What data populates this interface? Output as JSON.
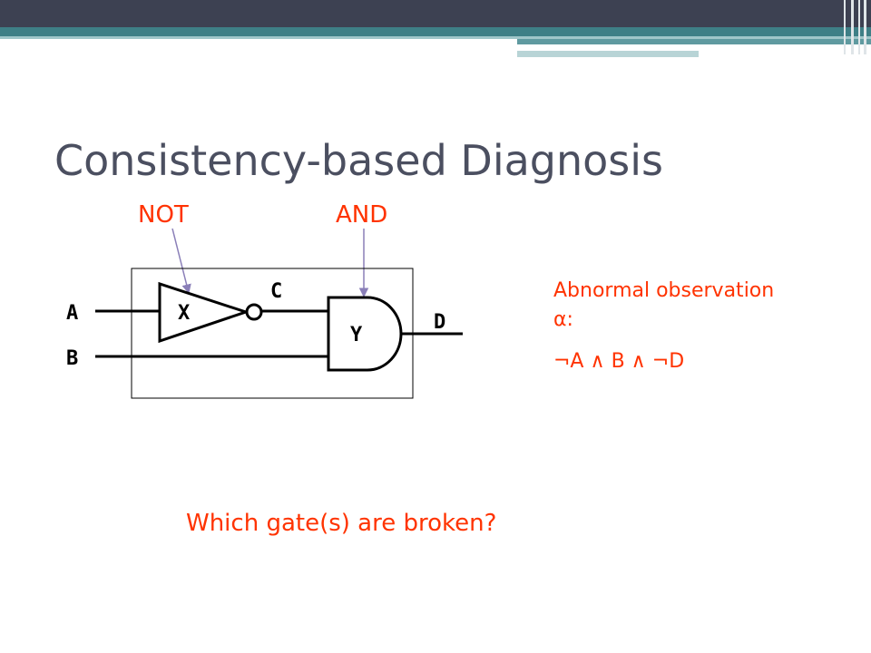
{
  "slide": {
    "title": "Consistency-based Diagnosis",
    "question": "Which gate(s) are broken?"
  },
  "gates": {
    "not_type": "NOT",
    "and_type": "AND",
    "not_name": "X",
    "and_name": "Y"
  },
  "signals": {
    "a": "A",
    "b": "B",
    "c": "C",
    "d": "D"
  },
  "observation": {
    "heading": "Abnormal observation α:",
    "formula": "¬A ∧ B ∧ ¬D"
  },
  "colors": {
    "title": "#4b4f60",
    "accent_text": "#ff3300",
    "pointer_arrow": "#8a7fb8",
    "header_bar": "#3d4152",
    "header_teal": "#3e7f86"
  }
}
